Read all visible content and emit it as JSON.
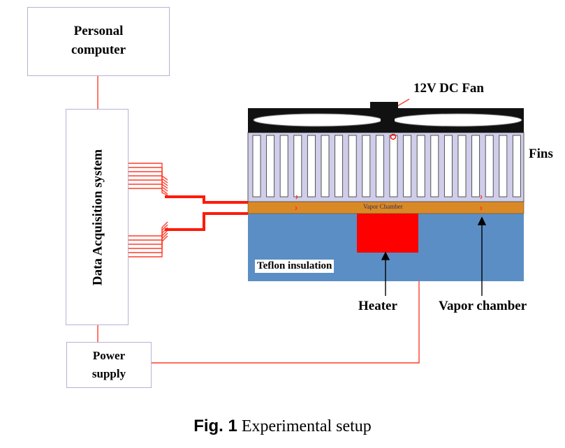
{
  "boxes": {
    "pc": "Personal\ncomputer",
    "daq": "Data Acquisition system",
    "psu": "Power\nsupply"
  },
  "labels": {
    "fan": "12V DC Fan",
    "fins": "Fins",
    "vapor_inline": "Vapor Chamber",
    "teflon": "Teflon insulation",
    "heater": "Heater",
    "vapor_chamber": "Vapor chamber"
  },
  "caption": {
    "fig": "Fig. 1",
    "text": "Experimental setup"
  },
  "colors": {
    "box_border": "#b7b0d6",
    "wire": "#ff3c28",
    "fin_fill": "#cfcde9",
    "vapor_fill": "#d98a26",
    "teflon_fill": "#5b8ec5",
    "heater_fill": "#ff0000",
    "fan_fill": "#111111"
  }
}
